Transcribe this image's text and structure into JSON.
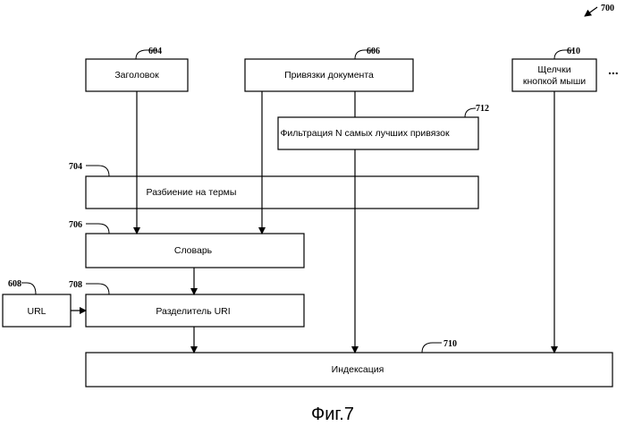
{
  "figure": {
    "number": "700",
    "caption": "Фиг.7",
    "ellipsis": "..."
  },
  "nodes": {
    "title": {
      "ref": "604",
      "label": "Заголовок"
    },
    "doc_anchors": {
      "ref": "606",
      "label": "Привязки документа"
    },
    "clicks": {
      "ref": "610",
      "line1": "Щелчки",
      "line2": "кнопкой мыши"
    },
    "filter": {
      "ref": "712",
      "label": "Фильтрация N самых лучших привязок"
    },
    "tokenize": {
      "ref": "704",
      "label": "Разбиение на термы"
    },
    "dictionary": {
      "ref": "706",
      "label": "Словарь"
    },
    "url": {
      "ref": "608",
      "label": "URL"
    },
    "uri_splitter": {
      "ref": "708",
      "label": "Разделитель URI"
    },
    "indexing": {
      "ref": "710",
      "label": "Индексация"
    }
  }
}
